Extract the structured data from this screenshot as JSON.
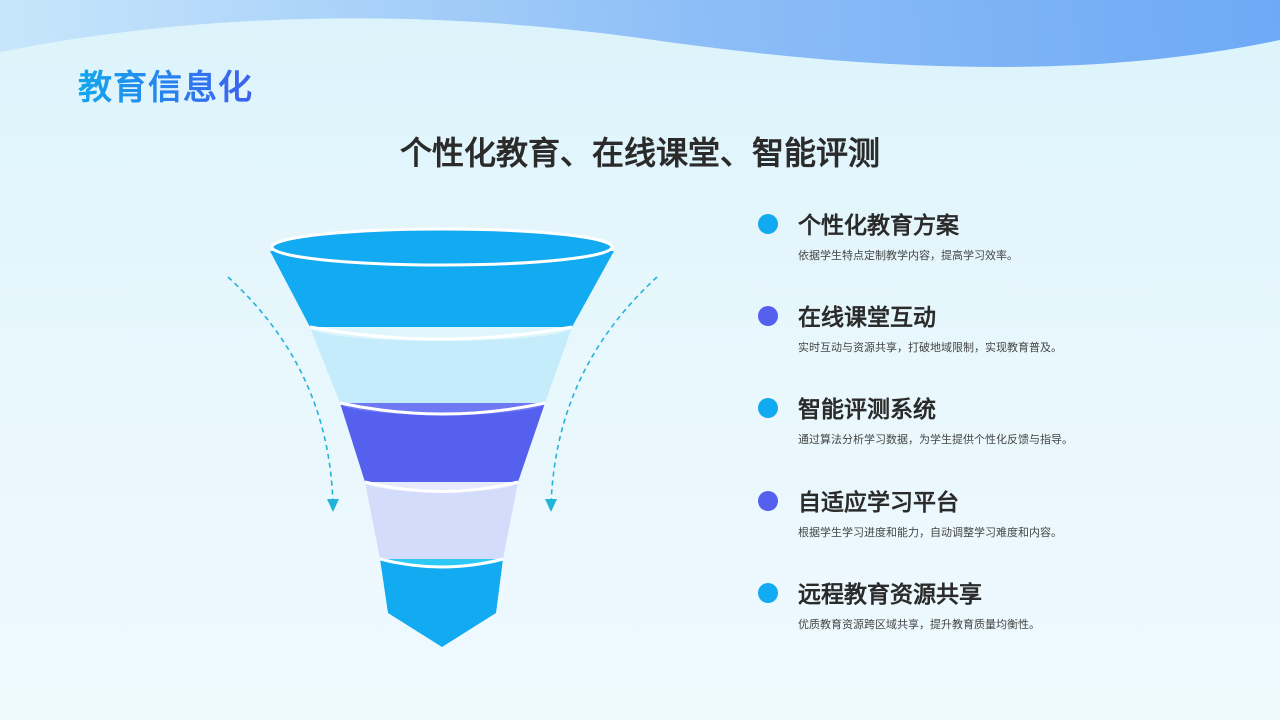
{
  "slide": {
    "title": "教育信息化",
    "subtitle": "个性化教育、在线课堂、智能评测"
  },
  "colors": {
    "wave_start": "#c3e4fb",
    "wave_end": "#5a9cf5",
    "title_gradient_start": "#12a7ee",
    "title_gradient_end": "#3e5ff0",
    "cyan": "#12aaf0",
    "indigo": "#5560ef",
    "light_cyan": "#c4ecfb",
    "light_lavender": "#d3ddfb",
    "arrow": "#22b4d8"
  },
  "funnel": {
    "levels": [
      {
        "color": "#12aaf0"
      },
      {
        "color": "#c4ecfb"
      },
      {
        "color": "#5560ef"
      },
      {
        "color": "#d3ddfb"
      },
      {
        "color": "#12aaf0"
      }
    ]
  },
  "items": [
    {
      "heading": "个性化教育方案",
      "desc": "依据学生特点定制教学内容，提高学习效率。",
      "dot_color": "#12aaf0"
    },
    {
      "heading": "在线课堂互动",
      "desc": "实时互动与资源共享，打破地域限制，实现教育普及。",
      "dot_color": "#5560ef"
    },
    {
      "heading": "智能评测系统",
      "desc": "通过算法分析学习数据，为学生提供个性化反馈与指导。",
      "dot_color": "#12aaf0"
    },
    {
      "heading": "自适应学习平台",
      "desc": "根据学生学习进度和能力，自动调整学习难度和内容。",
      "dot_color": "#5560ef"
    },
    {
      "heading": "远程教育资源共享",
      "desc": "优质教育资源跨区域共享，提升教育质量均衡性。",
      "dot_color": "#12aaf0"
    }
  ]
}
